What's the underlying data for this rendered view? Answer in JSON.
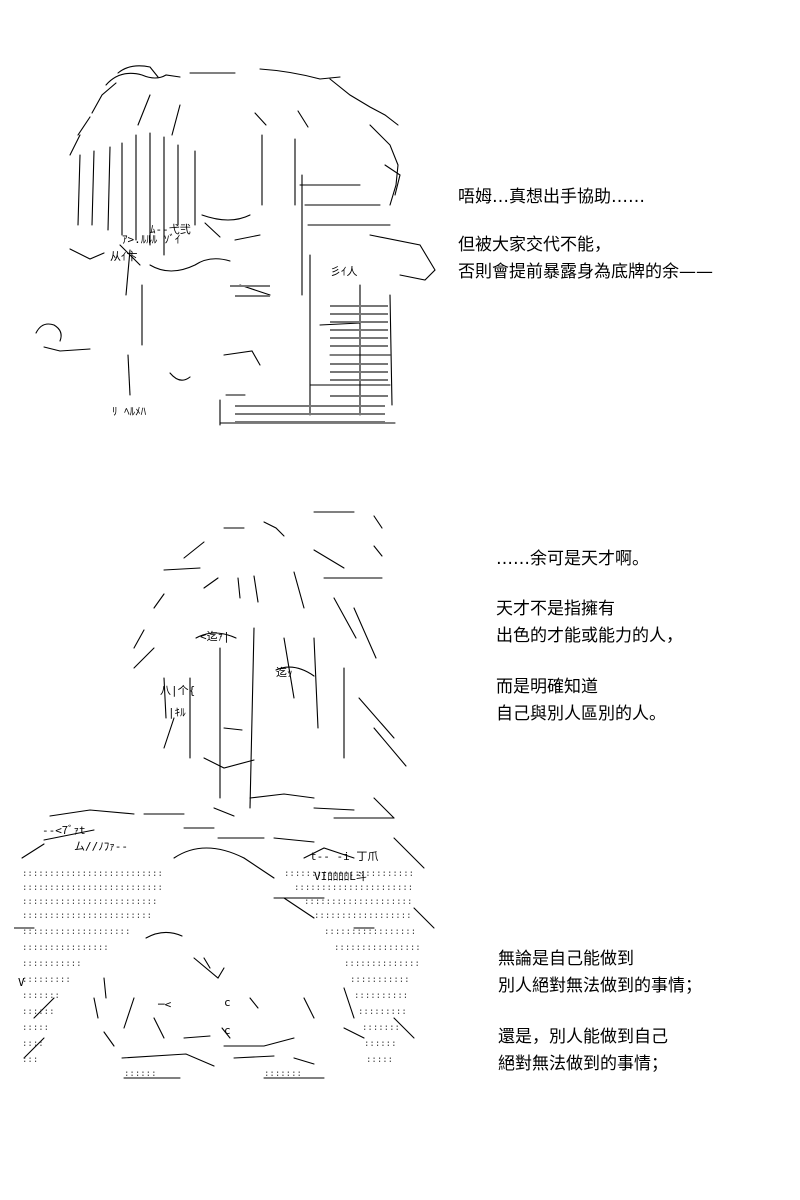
{
  "page": {
    "background": "#ffffff",
    "text_color": "#000000"
  },
  "panel_1": {
    "dialogue_a": [
      "唔姆…真想出手協助……"
    ],
    "dialogue_b": [
      "但被大家交代不能，",
      "否則會提前暴露身為底牌的余——"
    ]
  },
  "panel_2": {
    "dialogue_a": [
      "……余可是天才啊。"
    ],
    "dialogue_b": [
      "天才不是指擁有",
      "出色的才能或能力的人，"
    ],
    "dialogue_c": [
      "而是明確知道",
      "自己與別人區別的人。"
    ],
    "dialogue_d": [
      "無論是自己能做到",
      "別人絕對無法做到的事情；"
    ],
    "dialogue_e": [
      "還是，別人能做到自己",
      "絕對無法做到的事情；"
    ]
  },
  "icons": {
    "art_1": "ascii-art-character-side-icon",
    "art_2": "ascii-art-character-front-icon"
  }
}
